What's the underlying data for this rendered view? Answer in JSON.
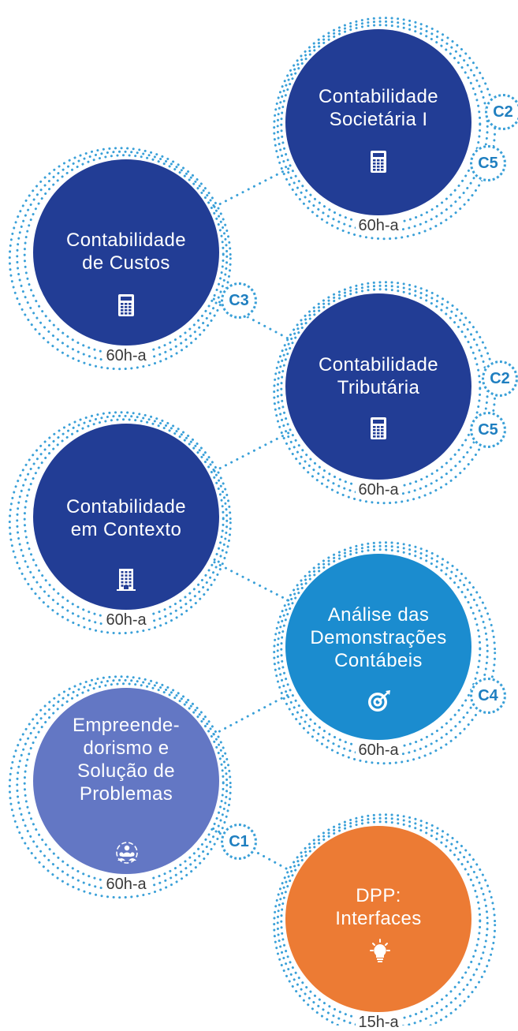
{
  "colors": {
    "dark_blue": "#223d95",
    "light_blue": "#1b8ccf",
    "periwinkle": "#6377c4",
    "orange": "#ec7b34",
    "dotted": "#3aa0d8"
  },
  "nodes": [
    {
      "id": "soc",
      "title": "Contabilidade\nSocietária I",
      "hours": "60h-a",
      "icon": "calculator-icon",
      "color": "dark_blue",
      "badges": [
        "C2",
        "C5"
      ]
    },
    {
      "id": "cus",
      "title": "Contabilidade\nde Custos",
      "hours": "60h-a",
      "icon": "calculator-icon",
      "color": "dark_blue",
      "badges": [
        "C3"
      ]
    },
    {
      "id": "tri",
      "title": "Contabilidade\nTributária",
      "hours": "60h-a",
      "icon": "calculator-icon",
      "color": "dark_blue",
      "badges": [
        "C2",
        "C5"
      ]
    },
    {
      "id": "ctx",
      "title": "Contabilidade\nem Contexto",
      "hours": "60h-a",
      "icon": "building-icon",
      "color": "dark_blue",
      "badges": []
    },
    {
      "id": "ana",
      "title": "Análise das\nDemonstrações\nContábeis",
      "hours": "60h-a",
      "icon": "target-icon",
      "color": "light_blue",
      "badges": [
        "C4"
      ]
    },
    {
      "id": "emp",
      "title": "Empreende-\ndorismo e\nSolução de\nProblemas",
      "hours": "60h-a",
      "icon": "team-icon",
      "color": "periwinkle",
      "badges": [
        "C1"
      ]
    },
    {
      "id": "dpp",
      "title": "DPP:\nInterfaces",
      "hours": "15h-a",
      "icon": "lightbulb-icon",
      "color": "orange",
      "badges": []
    }
  ]
}
